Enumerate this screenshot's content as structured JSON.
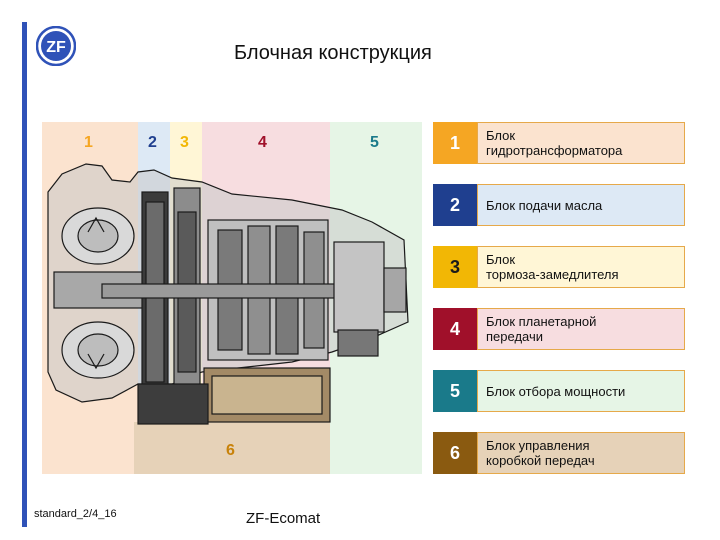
{
  "title": "Блочная конструкция",
  "footer": {
    "left": "standard_2/4_16",
    "center": "ZF-Ecomat"
  },
  "logo": {
    "text": "ZF",
    "color": "#2f52b8"
  },
  "colors": {
    "accent_bar": "#2f52b8"
  },
  "diagram": {
    "zones": [
      {
        "num": "1",
        "color": "#f5a623",
        "bg": "#fbe3cf"
      },
      {
        "num": "2",
        "color": "#1f3f8f",
        "bg": "#dde9f5"
      },
      {
        "num": "3",
        "color": "#f2b705",
        "bg": "#fff6d6"
      },
      {
        "num": "4",
        "color": "#a0102a",
        "bg": "#f7dde0"
      },
      {
        "num": "5",
        "color": "#1a7a8a",
        "bg": "#e6f5e6"
      },
      {
        "num": "6",
        "color": "#c8820a",
        "bg": "#e6d2b8"
      }
    ]
  },
  "legend": [
    {
      "num": "1",
      "label": "Блок\nгидротрансформатора",
      "num_bg": "#f5a623",
      "box_bg": "#fbe3cf"
    },
    {
      "num": "2",
      "label": "Блок подачи масла",
      "num_bg": "#1f3f8f",
      "box_bg": "#dde9f5"
    },
    {
      "num": "3",
      "label": "Блок\nтормоза-замедлителя",
      "num_bg": "#f2b705",
      "box_bg": "#fff6d6"
    },
    {
      "num": "4",
      "label": "Блок планетарной\nпередачи",
      "num_bg": "#a0102a",
      "box_bg": "#f7dde0"
    },
    {
      "num": "5",
      "label": "Блок отбора мощности",
      "num_bg": "#1a7a8a",
      "box_bg": "#e6f5e6"
    },
    {
      "num": "6",
      "label": "Блок управления\nкоробкой передач",
      "num_bg": "#8a5a10",
      "box_bg": "#e6d2b8"
    }
  ]
}
